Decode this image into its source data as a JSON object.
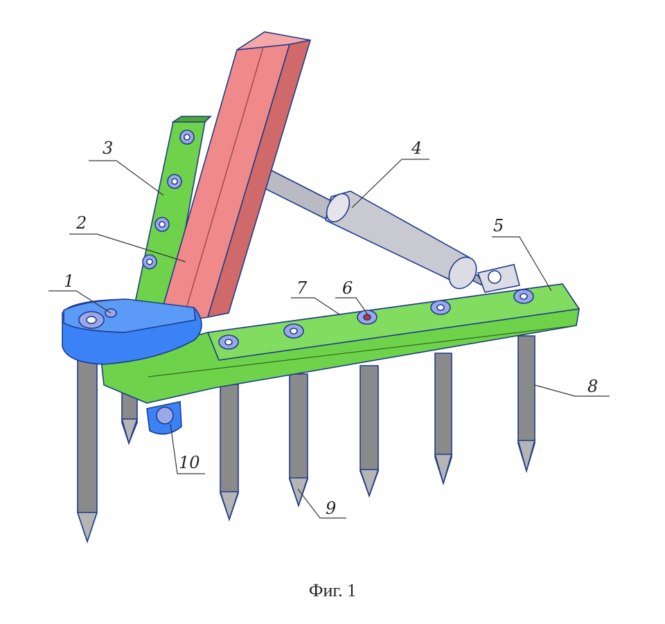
{
  "figure": {
    "caption": "Фиг. 1",
    "labels": [
      "1",
      "2",
      "3",
      "4",
      "5",
      "6",
      "7",
      "8",
      "9",
      "10"
    ]
  },
  "colors": {
    "beam": "#f08a8a",
    "beam_dark": "#d06a6a",
    "frame": "#6ed24a",
    "frame_dark": "#4fa832",
    "hinge": "#3b82f6",
    "cylinder": "#c9c9d2",
    "tine": "#8a8a8a",
    "bolt": "#9aa8e8"
  }
}
